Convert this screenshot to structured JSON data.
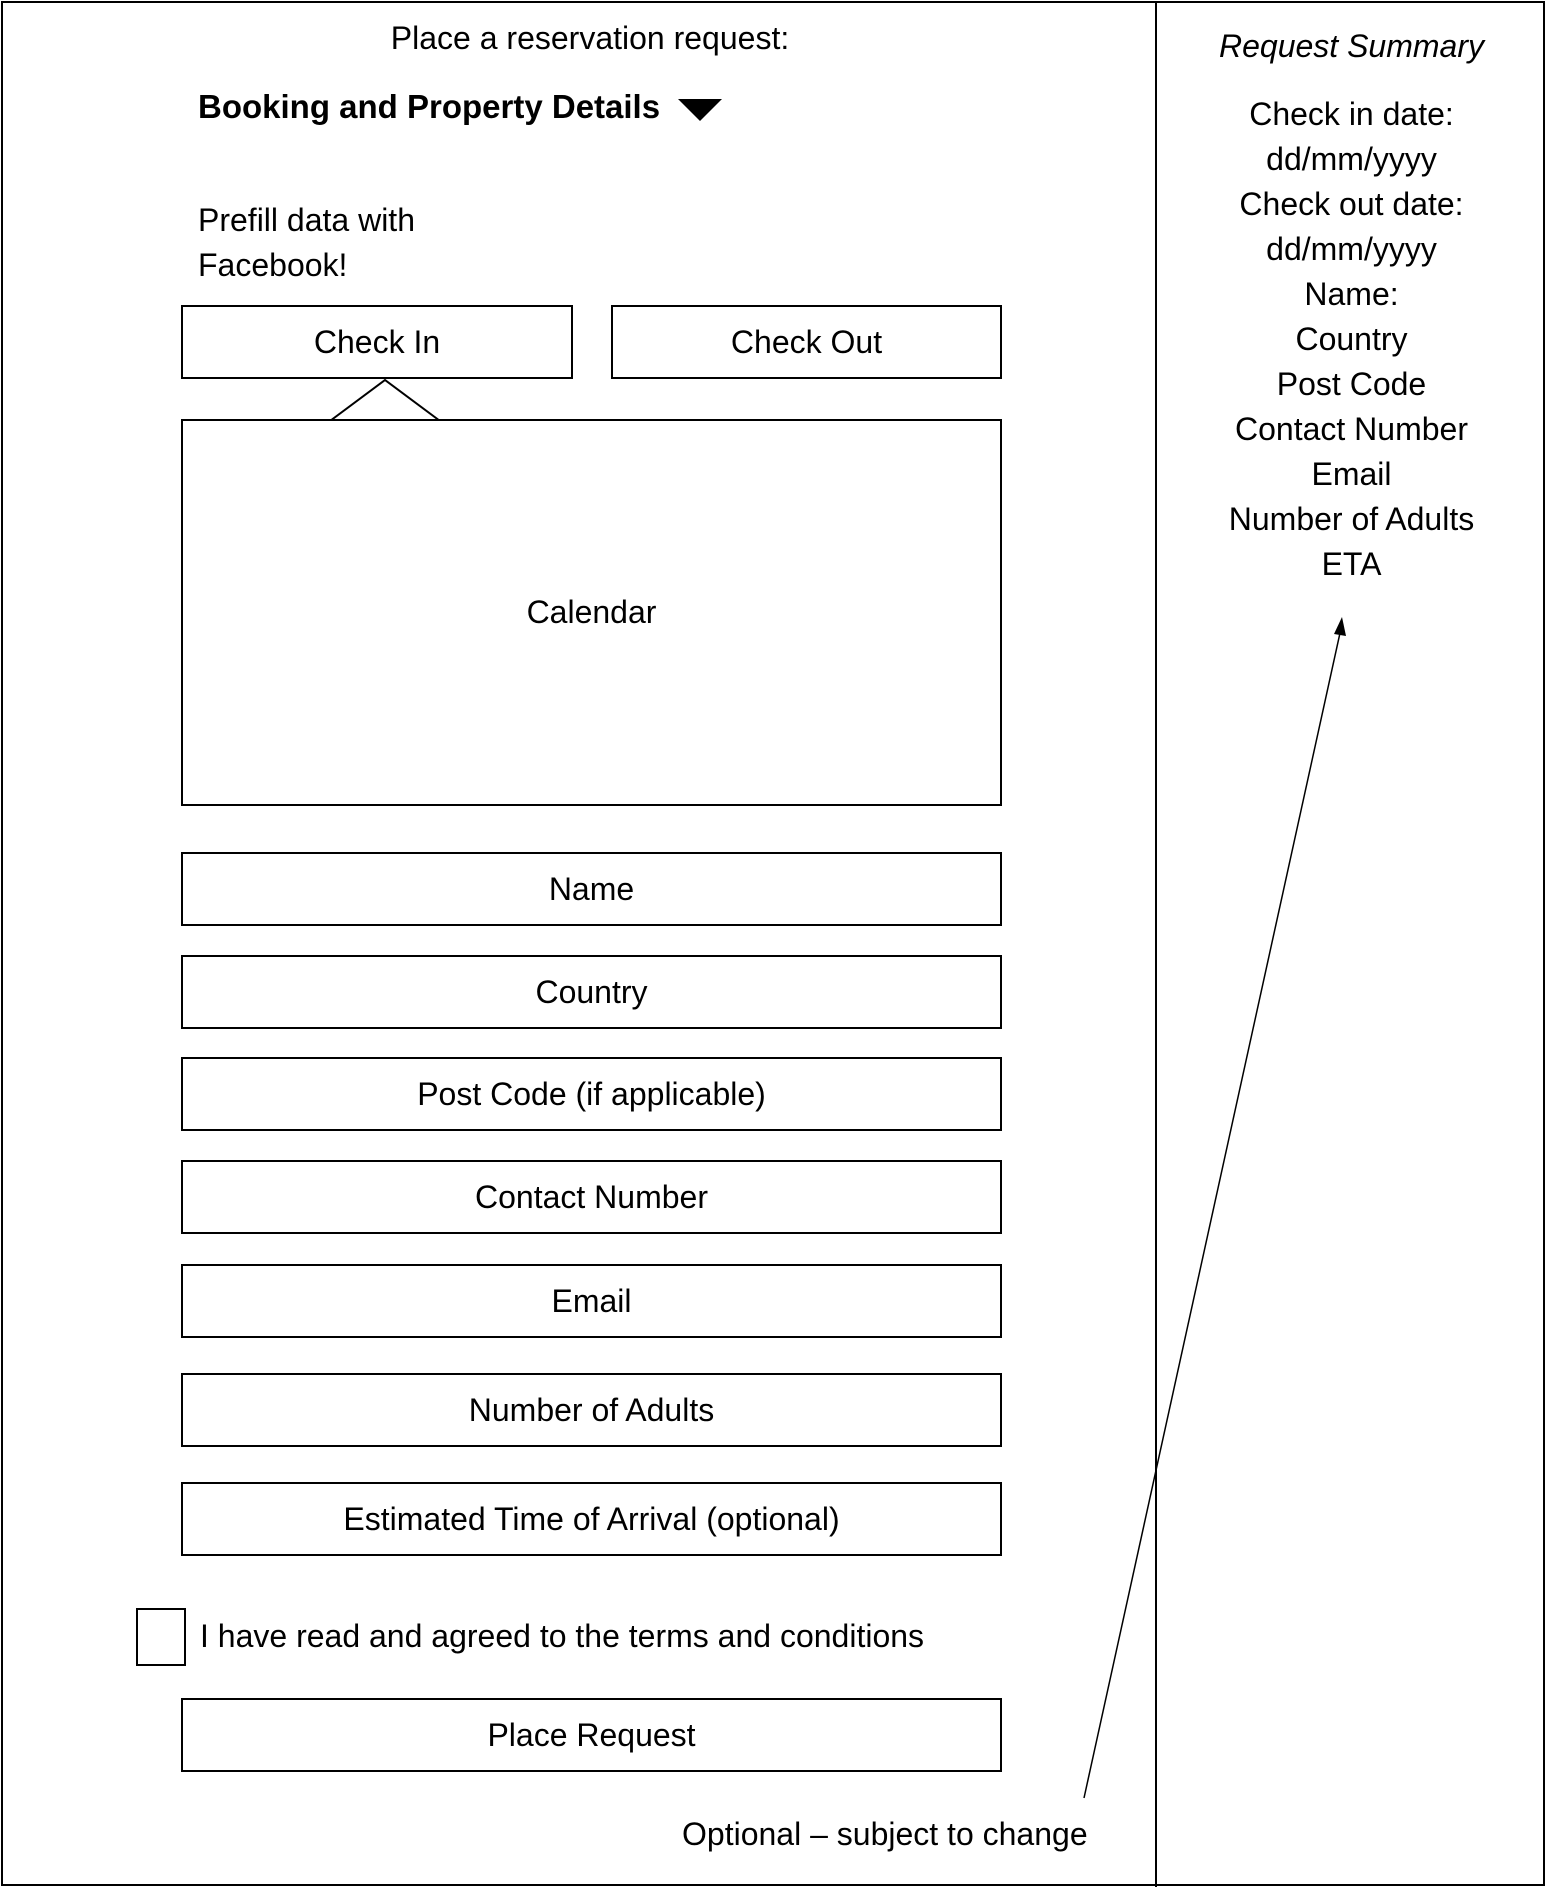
{
  "form": {
    "heading": "Place a reservation request:",
    "section_header": "Booking and Property Details",
    "prefill_lines": [
      "Prefill data with",
      "Facebook!"
    ],
    "check_in_label": "Check In",
    "check_out_label": "Check Out",
    "calendar_label": "Calendar",
    "fields": [
      "Name",
      "Country",
      "Post Code (if applicable)",
      "Contact Number",
      "Email",
      "Number of Adults",
      "Estimated Time of Arrival (optional)"
    ],
    "terms_label": "I have read and agreed to the terms and conditions",
    "terms_checked": false,
    "submit_label": "Place Request"
  },
  "summary": {
    "title": "Request Summary",
    "lines": [
      "Check in date:",
      "dd/mm/yyyy",
      "Check out date:",
      "dd/mm/yyyy",
      "Name:",
      "Country",
      "Post Code",
      "Contact Number",
      "Email",
      "Number of Adults",
      "ETA"
    ]
  },
  "annotation": {
    "note": "Optional – subject to change"
  }
}
